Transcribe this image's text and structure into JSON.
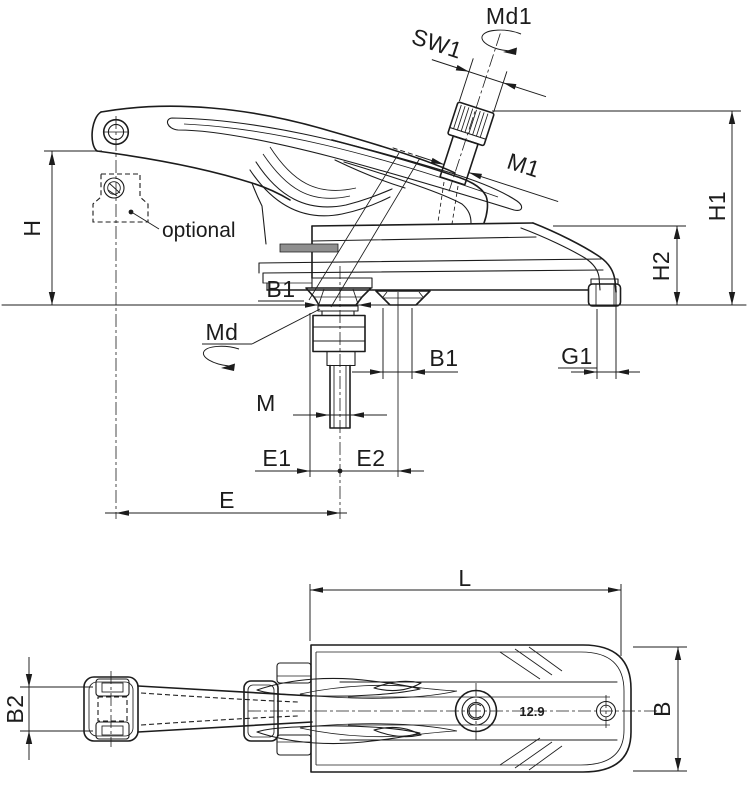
{
  "drawing": {
    "type": "technical-dimension-drawing",
    "description": "Two-view engineering drawing of a low-profile toggle clamp for T-slots: side elevation with dimension callouts and plan view below",
    "views": [
      "side-elevation",
      "plan-view"
    ]
  },
  "labels": {
    "md1": "Md1",
    "sw1": "SW1",
    "m1": "M1",
    "h1": "H1",
    "h2": "H2",
    "h": "H",
    "optional": "optional",
    "b1_top": "B1",
    "md": "Md",
    "b1_mid": "B1",
    "g1": "G1",
    "m": "M",
    "e1": "E1",
    "e2": "E2",
    "e": "E",
    "l": "L",
    "b": "B",
    "b2": "B2",
    "grade": "12.9"
  },
  "icons": {
    "rotation_torque_top": "rotation-arrow-icon",
    "rotation_torque_bottom": "rotation-arrow-icon"
  },
  "colors": {
    "line": "#1c1c1c",
    "bg": "#ffffff",
    "gray_band": "#8f8f8f"
  }
}
